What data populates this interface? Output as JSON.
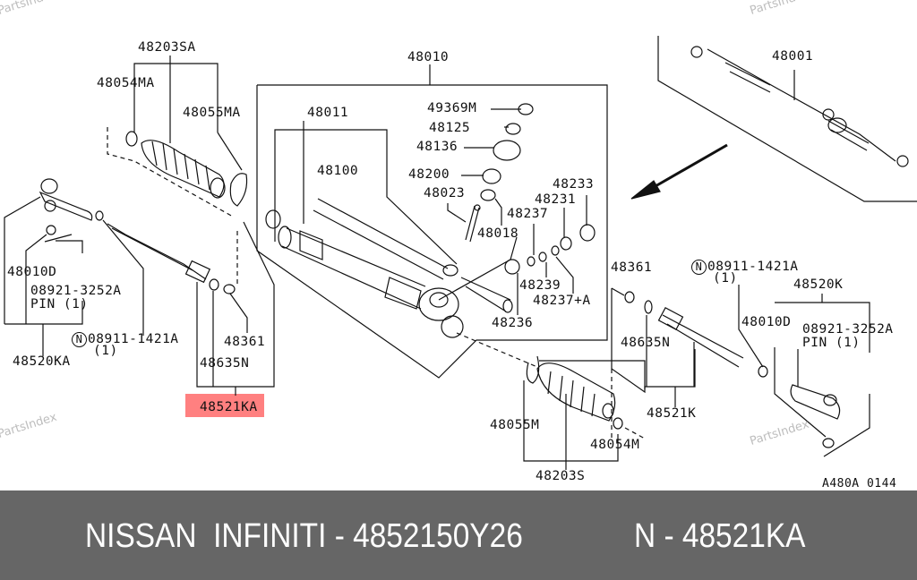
{
  "watermarks": [
    "PartsIndex",
    "PartsIndex",
    "PartsIndex",
    "PartsIndex"
  ],
  "diagram_code": "A480A 0144",
  "highlighted_part": "48521KA",
  "colors": {
    "highlight": "#ff8080",
    "footer_bg": "#666666",
    "footer_text": "#ffffff",
    "watermark": "#bdbdbd",
    "line": "#111111"
  },
  "callouts": {
    "p48203SA": "48203SA",
    "p48054MA": "48054MA",
    "p48055MA": "48055MA",
    "p48010_left": "48010D",
    "p08921_left": "08921-3252A",
    "pin_left": "PIN (1)",
    "p48520KA": "48520KA",
    "n_left_code": "08911-1421A",
    "n_left_qty": "(1)",
    "n_symbol": "N",
    "p48361_left": "48361",
    "p48635N_left": "48635N",
    "p48521KA": "48521KA",
    "p48010": "48010",
    "p48011": "48011",
    "p48100": "48100",
    "p49369M": "49369M",
    "p48125": "48125",
    "p48136": "48136",
    "p48200": "48200",
    "p48023": "48023",
    "p48018": "48018",
    "p48233": "48233",
    "p48231": "48231",
    "p48237": "48237",
    "p48239": "48239",
    "p48237A": "48237+A",
    "p48236": "48236",
    "p48001": "48001",
    "p48361_right": "48361",
    "n_right_code": "08911-1421A",
    "n_right_qty": "(1)",
    "p48520K": "48520K",
    "p48010D_right": "48010D",
    "p08921_right": "08921-3252A",
    "pin_right": "PIN (1)",
    "p48635N_right": "48635N",
    "p48521K": "48521K",
    "p48055M": "48055M",
    "p48054M": "48054M",
    "p48203S": "48203S"
  },
  "footer": {
    "brand_text": "NISSAN  INFINITI - 4852150Y26",
    "oem_text": "N - 48521KA"
  }
}
